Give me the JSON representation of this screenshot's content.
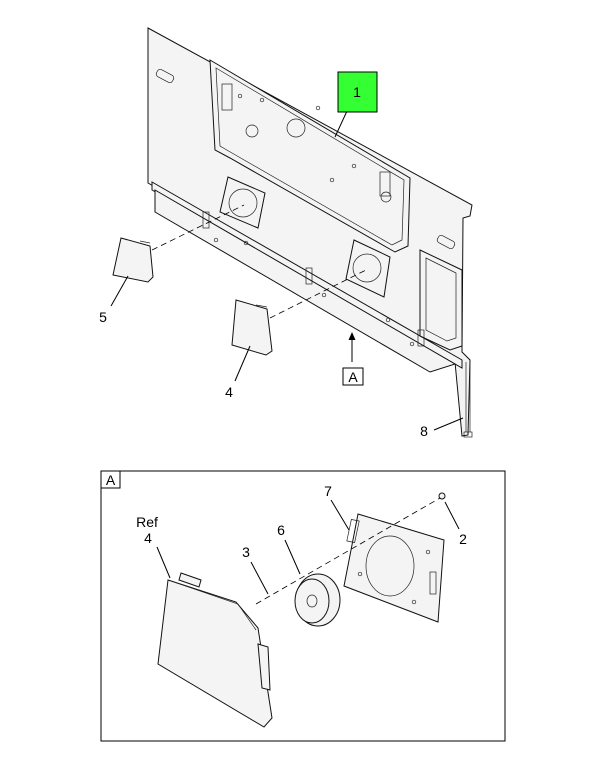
{
  "callouts": {
    "c1": "1",
    "c2": "2",
    "c3": "3",
    "c4_top": "4",
    "c4_detail": "4",
    "c5": "5",
    "c6": "6",
    "c7": "7",
    "c8": "8",
    "ref": "Ref"
  },
  "view_labels": {
    "main_marker": "A",
    "detail_tag": "A"
  },
  "colors": {
    "highlight_fill": "#33ff33",
    "highlight_stroke": "#000000",
    "line": "#000000"
  }
}
